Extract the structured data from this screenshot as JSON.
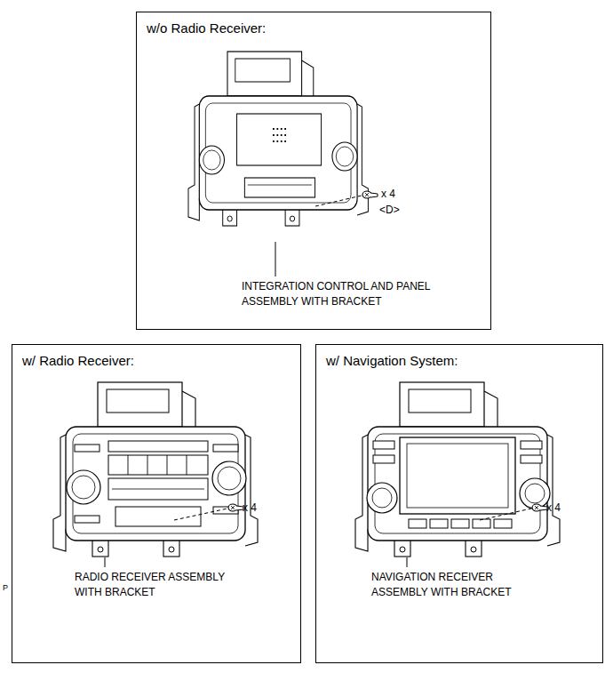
{
  "diagram": {
    "nodes": [
      {
        "text": [
          "w/o Radio Receiver:"
        ]
      },
      {
        "text": [
          "w/ Radio Receiver:"
        ]
      },
      {
        "text": [
          "w/ Navigation System:"
        ]
      }
    ],
    "labels": [
      "x 4",
      "<D>",
      "INTEGRATION CONTROL AND PANEL ASSEMBLY WITH BRACKET",
      "x 4",
      "RADIO RECEIVER ASSEMBLY WITH BRACKET",
      "x 4",
      "NAVIGATION RECEIVER ASSEMBLY WITH BRACKET",
      "P"
    ]
  }
}
